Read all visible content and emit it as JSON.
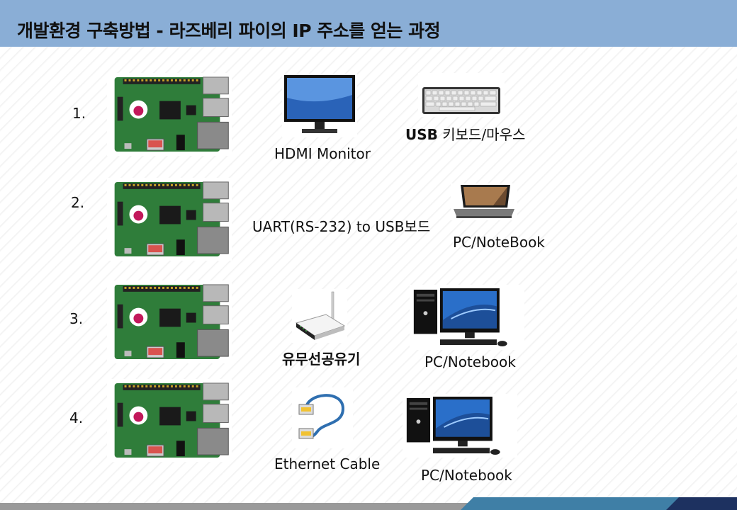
{
  "header": {
    "title": "개발환경 구축방법 - 라즈베리 파이의 IP 주소를 얻는 과정"
  },
  "steps": [
    {
      "number": "1.",
      "labels": {
        "monitor": "HDMI  Monitor",
        "keyboard_prefix": "USB",
        "keyboard_rest": " 키보드/마우스"
      }
    },
    {
      "number": "2.",
      "labels": {
        "uart": "UART(RS-232)  to  USB보드",
        "pc": "PC/NoteBook"
      }
    },
    {
      "number": "3.",
      "labels": {
        "router": "유무선공유기",
        "pc": "PC/Notebook"
      }
    },
    {
      "number": "4.",
      "labels": {
        "cable": "Ethernet  Cable",
        "pc": "PC/Notebook"
      }
    }
  ],
  "icons": [
    "raspberry-pi-board",
    "monitor",
    "keyboard",
    "laptop",
    "wifi-router",
    "desktop-pc",
    "ethernet-cable"
  ],
  "colors": {
    "header": "#8aaed6",
    "board_green": "#2f7d3a",
    "footer_teal": "#3f7fa6",
    "footer_navy": "#1d3160"
  }
}
